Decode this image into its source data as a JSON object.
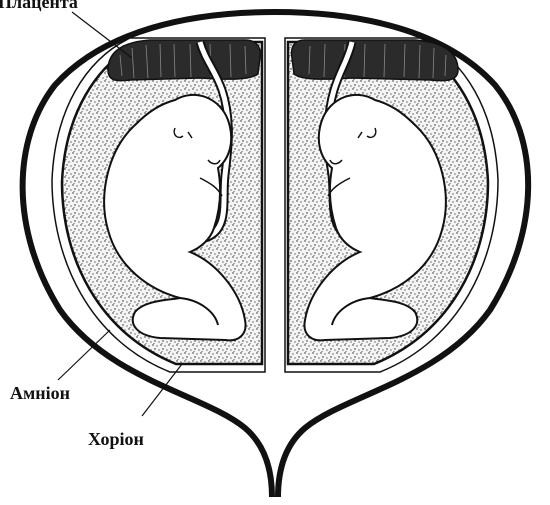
{
  "labels": {
    "placenta": "Плацента",
    "amnion": "Амніон",
    "chorion": "Хоріон"
  },
  "colors": {
    "ink": "#111111",
    "fluid_fill": "#f2f2f2",
    "placenta_fill": "#2a2a2a",
    "background": "#ffffff"
  }
}
